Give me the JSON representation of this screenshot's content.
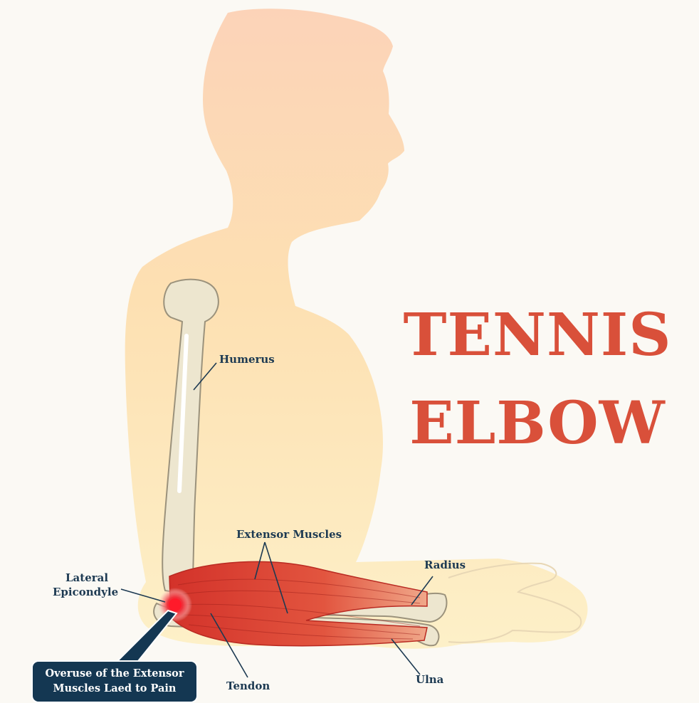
{
  "title": {
    "line1": "TENNIS",
    "line2": "ELBOW"
  },
  "labels": {
    "humerus": "Humerus",
    "extensor_muscles": "Extensor Muscles",
    "radius": "Radius",
    "lateral_epicondyle_line1": "Lateral",
    "lateral_epicondyle_line2": "Epicondyle",
    "tendon": "Tendon",
    "ulna": "Ulna"
  },
  "callout": {
    "line1": "Overuse of the Extensor",
    "line2": "Muscles Laed to Pain"
  },
  "colors": {
    "title": "#d9503a",
    "label": "#1d3a52",
    "callout_bg": "#143752",
    "muscle": "#d9503a",
    "bone": "#ede6cf",
    "pain_spot": "#e8232f"
  }
}
